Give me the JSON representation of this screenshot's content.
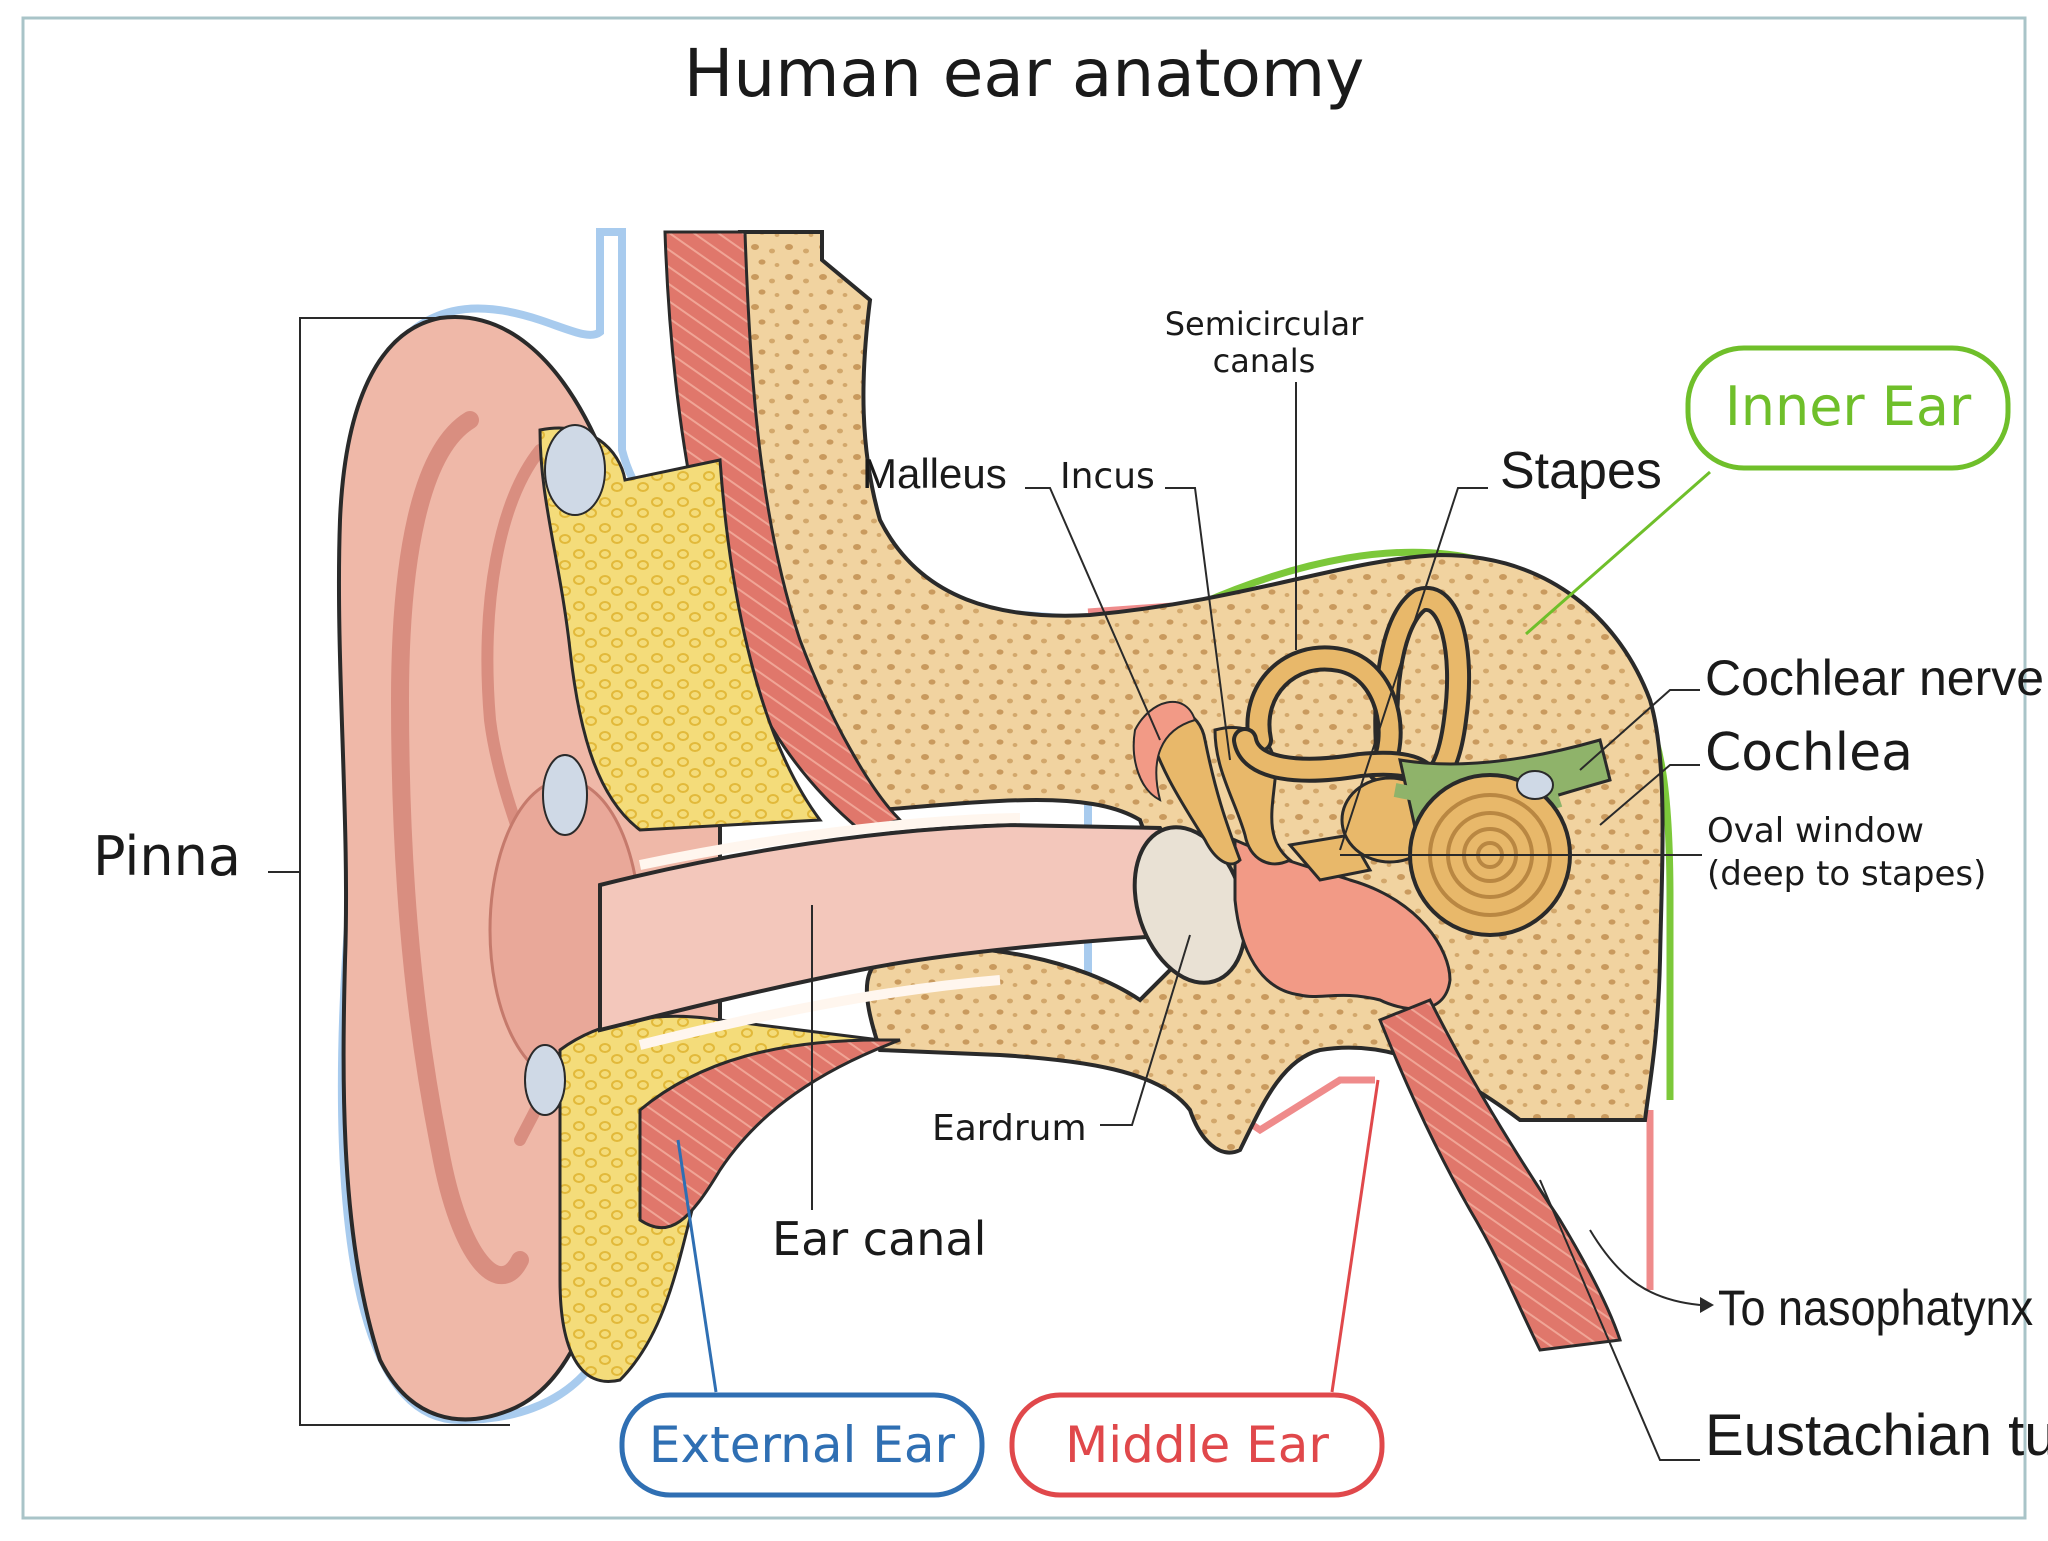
{
  "title": "Human ear anatomy",
  "colors": {
    "frame": "#a9c4c8",
    "external": "#2f6fb3",
    "external_light": "#a8cbee",
    "middle": "#e0484b",
    "middle_light": "#ef8b8b",
    "inner": "#6fbf2a",
    "skin": "#efb8a8",
    "skin_dark": "#d98e80",
    "cartilage": "#f2d56a",
    "bone": "#f1d3a0",
    "bone_spot": "#c99a5e",
    "muscle": "#e0776b",
    "ossicle": "#e8b86a",
    "nerve": "#8fb36a"
  },
  "labels": {
    "pinna": "Pinna",
    "malleus": "Malleus",
    "incus": "Incus",
    "semicircular_canals_line1": "Semicircular",
    "semicircular_canals_line2": "canals",
    "stapes": "Stapes",
    "cochlear_nerve": "Cochlear nerve",
    "cochlea": "Cochlea",
    "oval_window_line1": "Oval window",
    "oval_window_line2": "(deep to stapes)",
    "eardrum": "Eardrum",
    "ear_canal": "Ear canal",
    "to_nasopharynx": "To nasophatynx",
    "eustachian_tube": "Eustachian tube"
  },
  "regions": {
    "external": "External Ear",
    "middle": "Middle Ear",
    "inner": "Inner Ear"
  }
}
